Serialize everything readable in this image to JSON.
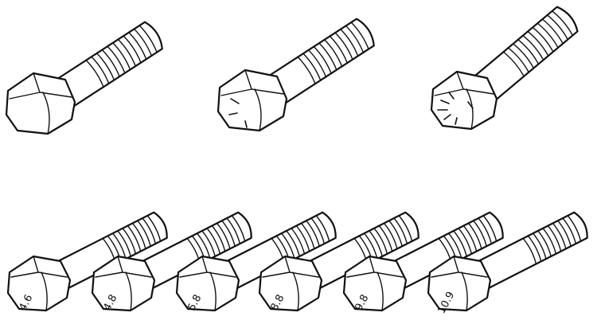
{
  "colors": {
    "ink": "#111111",
    "paper": "#ffffff"
  },
  "bolts_top": [
    {
      "marking": "plain-head"
    },
    {
      "marking": "three-radial-lines"
    },
    {
      "marking": "six-radial-lines"
    }
  ],
  "bolts_bottom": [
    {
      "grade": "4.6"
    },
    {
      "grade": "4.8"
    },
    {
      "grade": "5.8"
    },
    {
      "grade": "8.8"
    },
    {
      "grade": "9.8"
    },
    {
      "grade": "10.9"
    }
  ]
}
